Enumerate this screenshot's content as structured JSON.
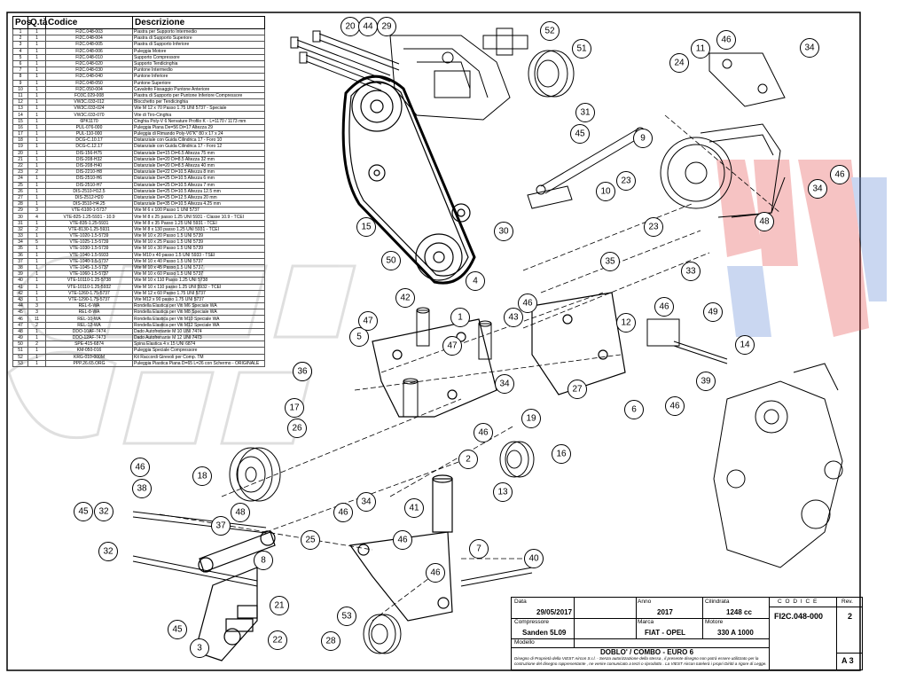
{
  "bom": {
    "headers": [
      "Pos",
      "Q.tà",
      "Codice",
      "Descrizione"
    ],
    "rows": [
      [
        "1",
        "1",
        "FI2C.048-003",
        "Piastra per Supporto Intermedio"
      ],
      [
        "2",
        "1",
        "FI2C.048-004",
        "Piastra di Supporto Superiore"
      ],
      [
        "3",
        "1",
        "FI2C.048-005",
        "Piastra di Supporto Inferiore"
      ],
      [
        "4",
        "1",
        "FI2C.048-006",
        "Puleggia Motore"
      ],
      [
        "5",
        "1",
        "FI2C.048-010",
        "Supporto Compressore"
      ],
      [
        "6",
        "1",
        "FI2C.048-020",
        "Supporto Tendicinghia"
      ],
      [
        "7",
        "1",
        "FI2C.048-030",
        "Puntone Intermedio"
      ],
      [
        "8",
        "1",
        "FI2C.048-040",
        "Puntone Inferiore"
      ],
      [
        "9",
        "1",
        "FI2C.048-050",
        "Puntone Superiore"
      ],
      [
        "10",
        "1",
        "FI2C.050-004",
        "Cavalotto Fissaggio Puntone Anteriore"
      ],
      [
        "11",
        "1",
        "FO3C.029-008",
        "Piastra di Supporto per Puntone Inferiore Compressore"
      ],
      [
        "12",
        "1",
        "VW3C.033-012",
        "Blocchetto per Tendicinghia"
      ],
      [
        "13",
        "1",
        "VW3C.033-024",
        "Vite M 12 x 70 Passo 1.75 UNI 5737 - Speciale"
      ],
      [
        "14",
        "1",
        "VW3C.033-070",
        "Vite di Tiro-Cinghia"
      ],
      [
        "15",
        "1",
        "6PK1170",
        "Cinghia Poly-V 6 Nervature Profilo K - L=1170 / 1173 mm"
      ],
      [
        "16",
        "1",
        "PUL-076-000",
        "Puleggia Piana De=56 Di=17 Altezza 29"
      ],
      [
        "17",
        "1",
        "PUL-110-000",
        "Puleggia di Rimando Poly-V6\"K\" 80 x 17 x 24"
      ],
      [
        "18",
        "1",
        "DCG-C.10.17",
        "Distanziale con Guida Cilindrica 17 - Foro 10"
      ],
      [
        "19",
        "1",
        "DCG-C.12.17",
        "Distanziale con Guida Cilindrica 17 - Foro 12"
      ],
      [
        "20",
        "1",
        "DIS-156-H75",
        "Distanziale De=15 Di=6.5 Altezza 75 mm"
      ],
      [
        "21",
        "1",
        "DIS-208-H32",
        "Distanziale De=20 Di=8.5 Altezza 32 mm"
      ],
      [
        "22",
        "1",
        "DIS-208-H40",
        "Distanziale De=20 Di=8.5 Altezza 40 mm"
      ],
      [
        "23",
        "2",
        "DIS-2210-H8",
        "Distanziale De=22 Di=10.5 Altezza 8 mm"
      ],
      [
        "24",
        "1",
        "DIS-2510-H6",
        "Distanziale De=25 Di=10.5 Altezza 6 mm"
      ],
      [
        "25",
        "1",
        "DIS-2510-H7",
        "Distanziale De=25 Di=10.5 Altezza 7 mm"
      ],
      [
        "26",
        "1",
        "DIS-2510-H12.5",
        "Distanziale De=25 Di=10.5 Altezza 12.5 mm"
      ],
      [
        "27",
        "1",
        "DIS-2512-H20",
        "Distanziale De=25 Di=12.5 Altezza 20 mm"
      ],
      [
        "28",
        "1",
        "DIS-3510-H4.25",
        "Distanziale De=35 Di=10.5 Altezza 4.25 mm"
      ],
      [
        "29",
        "3",
        "VTE-6100-1-5737",
        "Vite M 6 x 100 Passo 1 UNI 5737"
      ],
      [
        "30",
        "4",
        "VTE-825-1.25-5931 - 10.9",
        "Vite M 8 x 25 passo 1.25 UNI 5931 - Classe 10.9 - TCEI"
      ],
      [
        "31",
        "1",
        "VTE-835-1.25-5931",
        "Vite M 8 x 35 Passo 1.25 UNI 5931 - TCEI"
      ],
      [
        "32",
        "2",
        "VTE-8130-1.25-5931",
        "Vite M 8 x 130 passo 1.25 UNI 5931 - TCEI"
      ],
      [
        "33",
        "1",
        "VTE-1020-1.5-5739",
        "Vite M 10 x 20 Passo 1.5 UNI 5739"
      ],
      [
        "34",
        "5",
        "VTE-1025-1.5-5739",
        "Vite M 10 x 25 Passo 1.5 UNI 5739"
      ],
      [
        "35",
        "1",
        "VTE-1030-1.5-5739",
        "Vite M 10 x 30 Passo 1.5 UNI 5739"
      ],
      [
        "36",
        "1",
        "VTE-1040-1.5-5933",
        "Vite M10 x 40 passo 1.5 UNI 5933 - TSEI"
      ],
      [
        "37",
        "1",
        "VTE-1040-1.5-5737",
        "Vite M 10 x 40 Passo 1.5 UNI 5737"
      ],
      [
        "38",
        "1",
        "VTE-1045-1.5-5737",
        "Vite M 10 x 45 Passo 1.5 UNI 5737"
      ],
      [
        "39",
        "1",
        "VTE-1060-1.5-5737",
        "Vite M 10 x 60 Passo 1.5 UNI 5737"
      ],
      [
        "40",
        "1",
        "VTE-10110-1.25-5738",
        "Vite M 10 x 110 Passo 1.25 UNI 5738"
      ],
      [
        "41",
        "1",
        "VTE-10110-1.25-5932",
        "Vite M 10 x 110 passo 1.25 UNI 5932 - TCEI"
      ],
      [
        "42",
        "1",
        "VTE-1260-1.75-5737",
        "Vite M 12 x 60 Passo 1.75 UNI 5737"
      ],
      [
        "43",
        "1",
        "VTE-1290-1.75-5737",
        "Vite M12 x 90 passo 1.75 UNI 5737"
      ],
      [
        "44",
        "3",
        "REL-6-WA",
        "Rondella Elastica per Viti M6 Speciale WA"
      ],
      [
        "45",
        "3",
        "REL-8-WA",
        "Rondella Elastica per Viti M8 Speciale WA"
      ],
      [
        "46",
        "11",
        "REL-10-WA",
        "Rondella Elastica per Viti M10 Speciale WA"
      ],
      [
        "47",
        "2",
        "REL-12-WA",
        "Rondella Elastica per Viti M12 Speciale WA"
      ],
      [
        "48",
        "1",
        "DDO-10AF-7474",
        "Dado Autofrenante M 10 UNI 7474"
      ],
      [
        "49",
        "1",
        "DDO-12AF-7473",
        "Dado Autofrenante M 12 UNI 7473"
      ],
      [
        "50",
        "2",
        "SPE-415-6874",
        "Spina Elastica 4 x 15 UNI 6874"
      ],
      [
        "51",
        "1",
        "KM-050-016",
        "Puleggia Speciale Compressore"
      ],
      [
        "52",
        "1",
        "KRG-010-000M",
        "Kit Raccordi Girevoli per Comp. TM"
      ],
      [
        "53",
        "1",
        "PPP.26.65.ORG",
        "Puleggia Piastica Piana D=65 L=26 con Schermo - ORIGINALE"
      ]
    ]
  },
  "callouts": [
    "1",
    "2",
    "3",
    "4",
    "5",
    "6",
    "7",
    "8",
    "9",
    "10",
    "11",
    "12",
    "13",
    "14",
    "15",
    "16",
    "17",
    "18",
    "19",
    "20",
    "21",
    "22",
    "23",
    "24",
    "25",
    "26",
    "27",
    "28",
    "29",
    "30",
    "31",
    "32",
    "33",
    "34",
    "35",
    "36",
    "37",
    "38",
    "39",
    "40",
    "41",
    "42",
    "43",
    "44",
    "45",
    "46",
    "47",
    "48",
    "49",
    "50",
    "51",
    "52",
    "53"
  ],
  "title_block": {
    "data_label": "Data",
    "data_value": "29/05/2017",
    "anno_label": "Anno",
    "anno_value": "2017",
    "cilindrata_label": "Cilindrata",
    "cilindrata_value": "1248 cc",
    "codice_label": "C O D I C E",
    "codice_value": "FI2C.048-000",
    "rev_label": "Rev.",
    "rev_value": "2",
    "compressore_label": "Compressore",
    "compressore_value": "Sanden 5L09",
    "marca_label": "Marca",
    "marca_value": "FIAT - OPEL",
    "motore_label": "Motore",
    "motore_value": "330 A 1000",
    "modello_label": "Modello",
    "modello_value": "DOBLO' / COMBO - EURO 6",
    "disclaimer": "Disegno di Proprietà della VIEST Aircon S.r.l. - Senza autorizzazione della stessa , il presente disegno non potrà essere utilizzato per la costruzione del disegno rappresentante , ne venire comunicato a terzi o riprodotto . La VIEST Aircon tutelerà i propri Diritti a rigore di Legge.",
    "format": "A 3"
  },
  "colors": {
    "line": "#000000",
    "watermark_red": "#e85555",
    "watermark_blue": "#6a8fd8"
  }
}
